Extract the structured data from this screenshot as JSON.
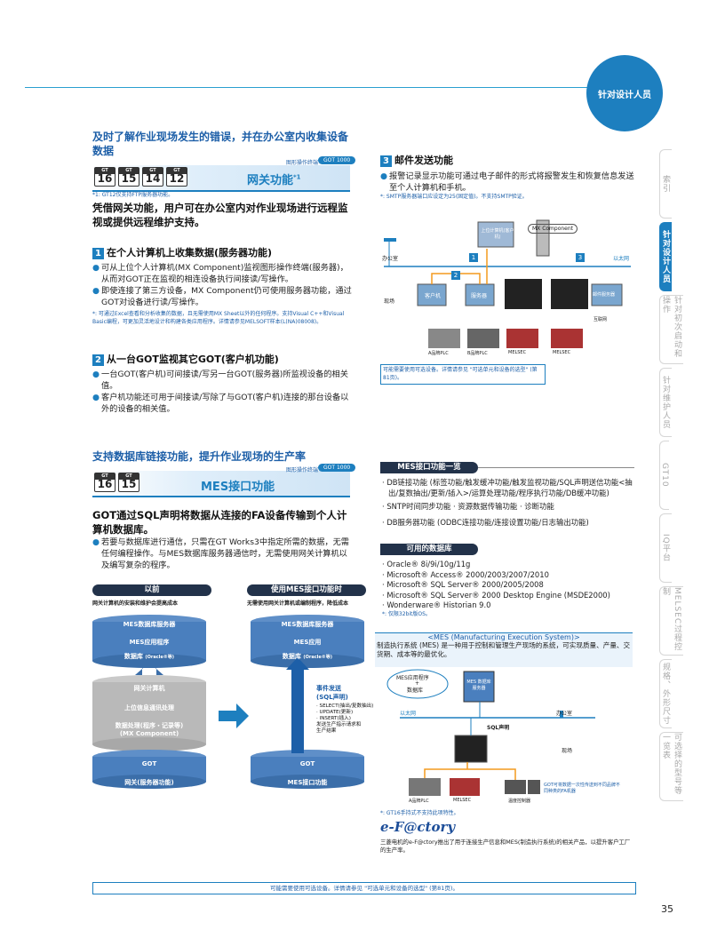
{
  "header": {
    "circle_label": "针对设计人员"
  },
  "tabs": [
    "索引",
    "针对设计人员",
    "针对初次启动和操作",
    "针对维护人员",
    "GT10",
    "IQ平台",
    "MELSEC过程控制",
    "规格、外形尺寸",
    "可选择的型号等一览表"
  ],
  "colors": {
    "accent": "#1d7fbf",
    "dark": "#22324a"
  },
  "section1": {
    "heading": "及时了解作业现场发生的错误，并在办公室内收集设备数据",
    "got_models": [
      "16",
      "15",
      "14",
      "12"
    ],
    "got_prefix": "GT",
    "pill": "GOT 1000",
    "pill_note": "图形操作终端",
    "feature_title": "网关功能",
    "feature_sup": "*1",
    "footnote1": "*1: GT12仅支持FTP服务器功能。",
    "lead": "凭借网关功能，用户可在办公室内对作业现场进行远程监视或提供远程维护支持。",
    "sub1": {
      "num": "1",
      "title": "在个人计算机上收集数据(服务器功能)",
      "bullets": [
        "可从上位个人计算机(MX Component)监视图形操作终端(服务器)，从而对GOT正在监视的相连设备执行间接读/写操作。",
        "即使连接了第三方设备，MX Component仍可使用服务器功能，通过GOT对设备进行读/写操作。"
      ],
      "note": "*: 可通过Excel查看和分析收集的数据，且无需使用MX Sheet以外的任何程序。支持Visual C++和Visual Basic编程，可更加灵活地设计和构建各类应用程序。详情请参见MELSOFT样本(L(NA)08008)。"
    },
    "sub2": {
      "num": "2",
      "title": "从一台GOT监视其它GOT(客户机功能)",
      "bullets": [
        "一台GOT(客户机)可间接读/写另一台GOT(服务器)所监视设备的相关值。",
        "客户机功能还可用于间接读/写除了与GOT(客户机)连接的那台设备以外的设备的相关值。"
      ]
    },
    "sub3": {
      "num": "3",
      "title": "邮件发送功能",
      "bullets": [
        "报警记录显示功能可通过电子邮件的形式将报警发生和恢复信息发送至个人计算机和手机。"
      ],
      "note": "*: SMTP服务器端口应设定为25(固定值)。不支持SMTP验证。"
    },
    "diagram": {
      "mx": "MX Component",
      "top_pc": "上位计算机(客户机)",
      "office": "办公室",
      "ethernet": "以太网",
      "site": "现场",
      "client": "客户机",
      "server": "服务器",
      "mail_server": "邮件服务器",
      "internet": "互联网",
      "plc_a": "A品牌PLC",
      "plc_b": "B品牌PLC",
      "melsec1": "MELSEC",
      "melsec2": "MELSEC",
      "n1": "1",
      "n2": "2",
      "n3": "3",
      "note": "可能需要使用可选设备。详情请参见 \"可选单元和设备的选型\" (第81页)。"
    }
  },
  "section2": {
    "heading": "支持数据库链接功能，提升作业现场的生产率",
    "got_models": [
      "16",
      "15"
    ],
    "pill": "GOT 1000",
    "pill_note": "图形操作终端",
    "feature_title": "MES接口功能",
    "lead": "GOT通过SQL声明将数据从连接的FA设备传输到个人计算机数据库。",
    "bullet": "若要与数据库进行通信，只需在GT Works3中指定所需的数据，无需任何编程操作。与MES数据库服务器通信时，无需使用网关计算机以及编写复杂的程序。",
    "before": {
      "title": "以前",
      "caption": "网关计算机的安装和维护会提高成本",
      "db_server": "MES数据库服务器",
      "app": "MES应用程序",
      "db": "数据库",
      "db_sup": "(Oracle®等)",
      "gw": "网关计算机",
      "upper": "上位信息通讯处理",
      "proc": "数据处理(程序・记录等)",
      "mx": "(MX Component)",
      "got": "GOT",
      "got_fn": "网关(服务器功能)"
    },
    "after": {
      "title": "使用MES接口功能时",
      "caption": "无需使用网关计算机或编制程序，降低成本",
      "db_server": "MES数据库服务器",
      "app": "MES应用",
      "db": "数据库",
      "db_sup": "(Oracle®等)",
      "event": "事件发送",
      "sql": "(SQL声明)",
      "cmds": [
        "· SELECT(抽出/复数抽出)",
        "· UPDATE(更新)",
        "· INSERT(插入)",
        "发送生产指示请求和",
        "生产结果"
      ],
      "got": "GOT",
      "got_fn": "MES接口功能"
    },
    "list_head": "MES接口功能一览",
    "list": [
      "DB链接功能 (标签功能/触发缓冲功能/触发监视功能/SQL声明送信功能<抽出/复数抽出/更新/插入>/运算处理功能/程序执行功能/DB缓冲功能)",
      "SNTP时间同步功能   · 资源数据传输功能   · 诊断功能",
      "DB服务器功能 (ODBC连接功能/连接设置功能/日志输出功能)"
    ],
    "db_head": "可用的数据库",
    "dbs": [
      "Oracle® 8i/9i/10g/11g",
      "Microsoft® Access® 2000/2003/2007/2010",
      "Microsoft® SQL Server® 2000/2005/2008",
      "Microsoft® SQL Server® 2000 Desktop Engine (MSDE2000)",
      "Wonderware® Historian 9.0"
    ],
    "db_note": "*: 仅限32bit版OS。",
    "mes_box_title": "<MES (Manufacturing Execution System)>",
    "mes_box_text": "制造执行系统 (MES) 是一种用于控制和管理生产现场的系统，可实现质量、产量、交货期、成本等的最优化。",
    "diagram": {
      "mes_app": "MES应用程序",
      "plus": "+",
      "db": "数据库",
      "mes_srv": "MES 数据库 服务器",
      "ethernet": "以太网",
      "office": "办公室",
      "sql": "SQL声明",
      "site": "现场",
      "plc_a": "A品牌PLC",
      "melsec": "MELSEC",
      "temp": "温度控制器",
      "got_note": "GOT可将数据一次性传送到不同品牌不同种类的FA机器"
    },
    "foot": "*: GT16手持式不支持此项特性。",
    "efactory": "e-F@ctory",
    "efactory_text": "三菱电机的e-F@ctory推出了用于连接生产信息和MES(制造执行系统)的相关产品，以提升客户工厂的生产率。"
  },
  "footer": {
    "note": "可能需要使用可选设备。详情请参见 \"可选单元和设备的选型\" (第81页)。",
    "page": "35"
  }
}
